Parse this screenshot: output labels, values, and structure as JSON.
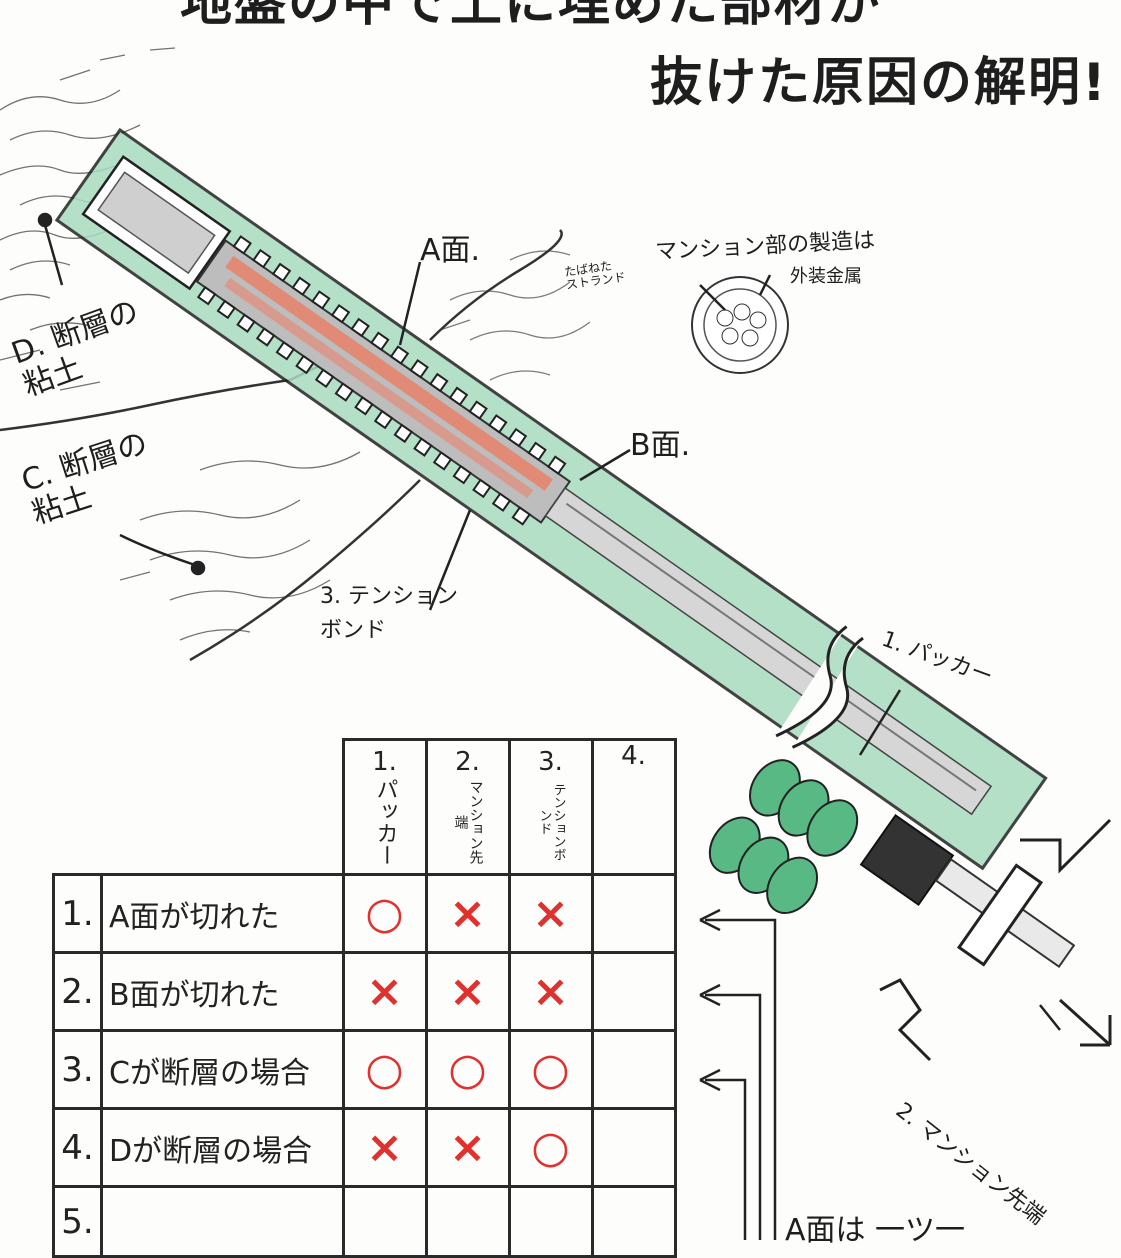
{
  "title": {
    "line1": "地盤の中で土に埋めた部材が",
    "line2": "抜けた原因の解明!"
  },
  "labels": {
    "face_a": "A面.",
    "face_b": "B面.",
    "tension_bond": "3. テンション\nボンド",
    "packer": "1. パッカー",
    "mansion_tip": "2. マンション先端",
    "layer_d": "D. 断層の\n粘土",
    "layer_c": "C. 断層の\n粘土",
    "structure_note": "マンション部の製造は",
    "outer_metal": "外装金属",
    "strand_note": "たばねた\nストランド",
    "bottom_note": "A面は 一ツ一"
  },
  "table": {
    "columns": [
      {
        "num": "1.",
        "name": "パッカー"
      },
      {
        "num": "2.",
        "name": "マンション先端"
      },
      {
        "num": "3.",
        "name": "テンションボンド"
      },
      {
        "num": "4.",
        "name": ""
      }
    ],
    "rows": [
      {
        "num": "1.",
        "label": "A面が切れた",
        "marks": [
          "○",
          "×",
          "×",
          ""
        ]
      },
      {
        "num": "2.",
        "label": "B面が切れた",
        "marks": [
          "×",
          "×",
          "×",
          ""
        ]
      },
      {
        "num": "3.",
        "label": "Cが断層の場合",
        "marks": [
          "○",
          "○",
          "○",
          ""
        ]
      },
      {
        "num": "4.",
        "label": "Dが断層の場合",
        "marks": [
          "×",
          "×",
          "○",
          ""
        ]
      },
      {
        "num": "5.",
        "label": "",
        "marks": [
          "",
          "",
          "",
          ""
        ]
      }
    ]
  },
  "colors": {
    "grout": "#a8dcc0",
    "tendon": "#e8826a",
    "steel": "#9a9a9a",
    "mark": "#e0312e",
    "ink": "#2a2a2a"
  }
}
